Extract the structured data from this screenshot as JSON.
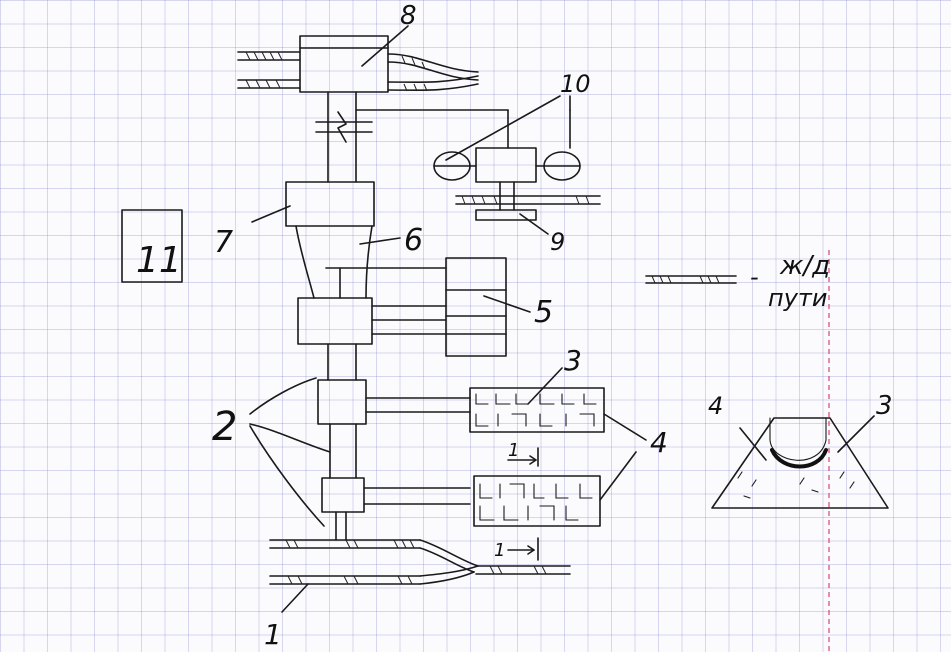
{
  "labels": {
    "n1": "1",
    "n2": "2",
    "n3": "3",
    "n4": "4",
    "n5": "5",
    "n6": "6",
    "n7": "7",
    "n8": "8",
    "n9": "9",
    "n10": "10",
    "n11": "11",
    "section_mark": "1",
    "legend_abbrev": "ж/д",
    "legend_word": "пути",
    "legend_dash": "-",
    "cs_label_3": "3",
    "cs_label_4": "4"
  },
  "colors": {
    "ink": "#1a1a1a",
    "grid": "#7878c8",
    "margin": "#d2487a",
    "paper": "#fbfbfd"
  }
}
